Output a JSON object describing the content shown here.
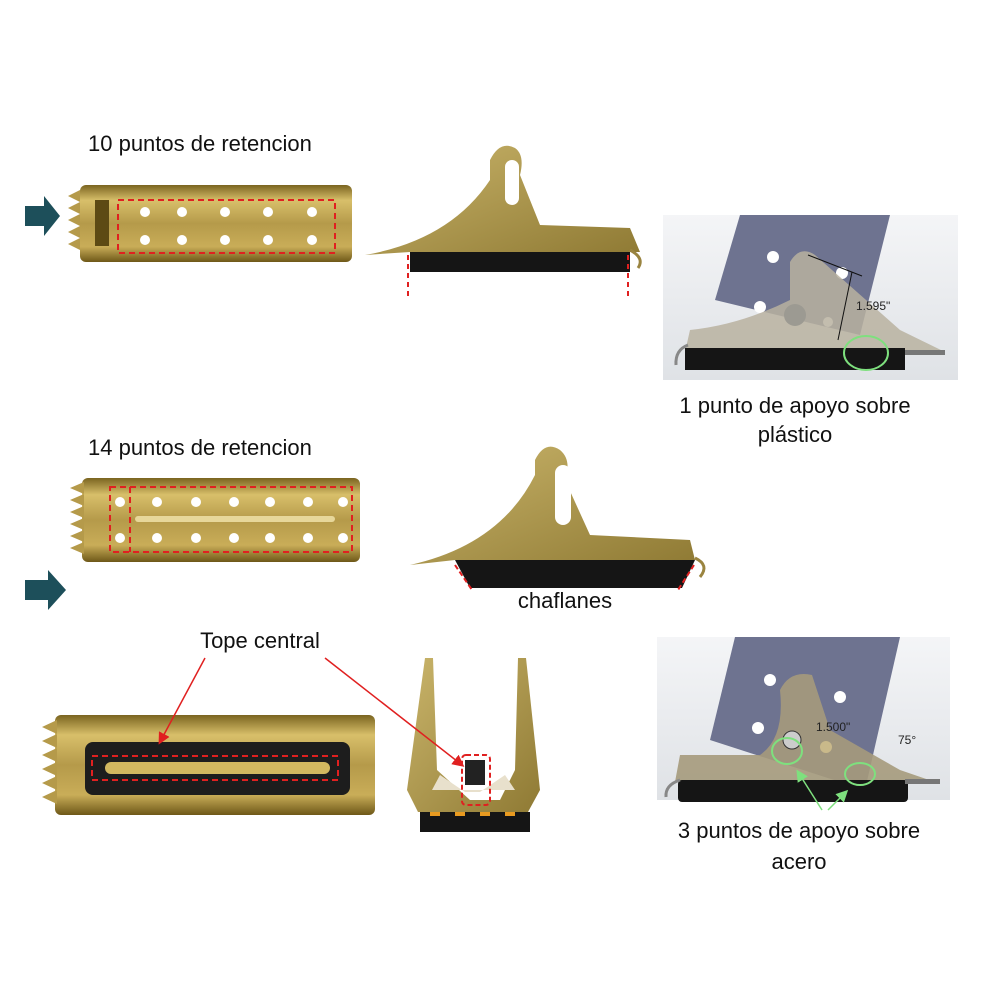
{
  "labels": {
    "ten_points": "10 puntos de retencion",
    "fourteen_points": "14 puntos de retencion",
    "one_point_line1": "1 punto de apoyo sobre",
    "one_point_line2": "plástico",
    "chamfers": "chaflanes",
    "central_stop": "Tope central",
    "three_points_line1": "3 puntos de apoyo sobre",
    "three_points_line2": "acero"
  },
  "dimensions": {
    "top_photo_dim": "1.595\"",
    "bottom_photo_dim": "1.500\"",
    "bottom_photo_angle": "75°"
  },
  "colors": {
    "gold": "#b59a4a",
    "arrow": "#1d4f5a",
    "dashed_red": "#e02020",
    "highlight_green": "#7ee07e",
    "rubber": "#151515",
    "steel_profile": "#6e7390"
  }
}
